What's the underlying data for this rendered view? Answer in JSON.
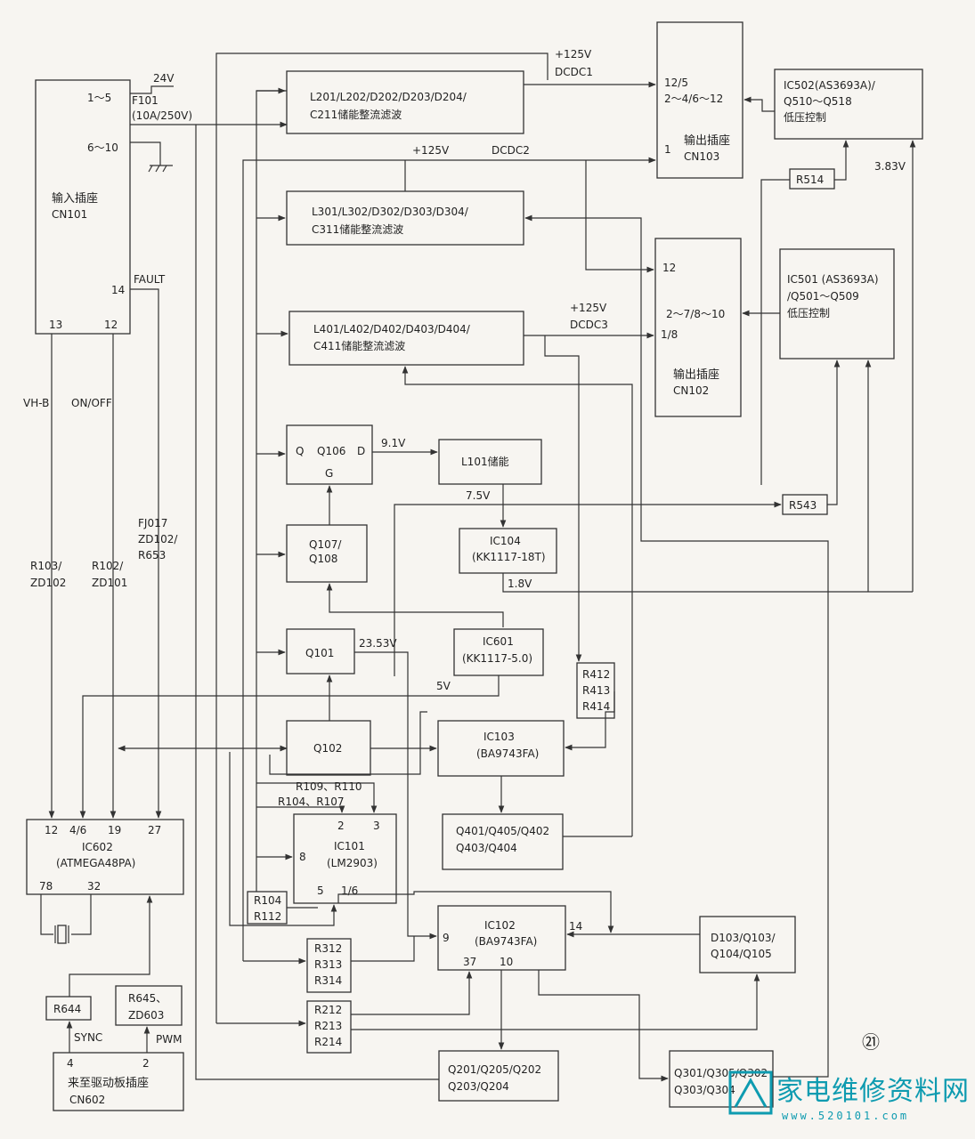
{
  "blocks": {
    "cn101": {
      "title": "输入插座",
      "sub": "CN101",
      "pin15": "1～5",
      "pin610": "6～10",
      "pin14": "14",
      "pin13": "13",
      "pin12": "12"
    },
    "f101": {
      "name": "F101",
      "rating": "(10A/250V)",
      "v24": "24V",
      "fault": "FAULT"
    },
    "l201": {
      "line1": "L201/L202/D202/D203/D204/",
      "line2": "C211储能整流滤波"
    },
    "l301": {
      "line1": "L301/L302/D302/D303/D304/",
      "line2": "C311储能整流滤波"
    },
    "l401": {
      "line1": "L401/L402/D402/D403/D404/",
      "line2": "C411储能整流滤波"
    },
    "cn103": {
      "pin125": "12/5",
      "pin24": "2～4/6～12",
      "pin1": "1",
      "title": "输出插座",
      "sub": "CN103"
    },
    "cn102": {
      "pin12": "12",
      "pin27": "2～7/8～10",
      "pin18": "1/8",
      "title": "输出插座",
      "sub": "CN102"
    },
    "ic502": {
      "line1": "IC502(AS3693A)/",
      "line2": "Q510～Q518",
      "line3": "低压控制"
    },
    "ic501": {
      "line1": "IC501 (AS3693A)",
      "line2": "/Q501～Q509",
      "line3": "低压控制"
    },
    "r514": "R514",
    "r543": "R543",
    "q106": {
      "q": "Q",
      "name": "Q106",
      "d": "D",
      "g": "G"
    },
    "l101": "L101储能",
    "ic104": {
      "line1": "IC104",
      "line2": "(KK1117-18T)"
    },
    "q107": {
      "line1": "Q107/",
      "line2": "Q108"
    },
    "ic601": {
      "line1": "IC601",
      "line2": "(KK1117-5.0)"
    },
    "q101": "Q101",
    "r412": {
      "a": "R412",
      "b": "R413",
      "c": "R414"
    },
    "q102": "Q102",
    "ic103": {
      "line1": "IC103",
      "line2": "(BA9743FA)"
    },
    "q401": {
      "line1": "Q401/Q405/Q402",
      "line2": "Q403/Q404"
    },
    "ic602": {
      "p12": "12",
      "p46": "4/6",
      "p19": "19",
      "p27": "27",
      "line1": "IC602",
      "line2": "(ATMEGA48PA)",
      "p78": "78",
      "p32": "32"
    },
    "ic101": {
      "p2": "2",
      "p3": "3",
      "p8": "8",
      "line1": "IC101",
      "line2": "(LM2903)",
      "p5": "5",
      "p16": "1/6"
    },
    "r104box": {
      "a": "R104",
      "b": "R112"
    },
    "r312": {
      "a": "R312",
      "b": "R313",
      "c": "R314"
    },
    "r212": {
      "a": "R212",
      "b": "R213",
      "c": "R214"
    },
    "ic102": {
      "line1": "IC102",
      "line2": "(BA9743FA)",
      "p9": "9",
      "p14": "14",
      "p37": "37",
      "p10": "10"
    },
    "d103": {
      "line1": "D103/Q103/",
      "line2": "Q104/Q105"
    },
    "q201": {
      "line1": "Q201/Q205/Q202",
      "line2": "Q203/Q204"
    },
    "q301": {
      "line1": "Q301/Q305/Q302",
      "line2": "Q303/Q304"
    },
    "r644": "R644",
    "r645": {
      "line1": "R645、",
      "line2": "ZD603"
    },
    "cn602": {
      "p4": "4",
      "p2": "2",
      "title": "来至驱动板插座",
      "sub": "CN602"
    }
  },
  "labels": {
    "v125a": "+125V",
    "dcdc1": "DCDC1",
    "v125b": "+125V",
    "dcdc2": "DCDC2",
    "v125c": "+125V",
    "dcdc3": "DCDC3",
    "v383": "3.83V",
    "v91": "9.1V",
    "v75": "7.5V",
    "v18": "1.8V",
    "v2353": "23.53V",
    "v5": "5V",
    "vhb": "VH-B",
    "onoff": "ON/OFF",
    "r103": "R103/",
    "zd102": "ZD102",
    "r102": "R102/",
    "zd101": "ZD101",
    "fj017": "FJ017",
    "zd102b": "ZD102/",
    "r653": "R653",
    "r109": "R109、R110",
    "r104": "R104、R107",
    "sync": "SYNC",
    "pwm": "PWM",
    "fig": "㉑"
  },
  "watermark": {
    "text": "家电维修资料网",
    "url": "www.520101.com"
  }
}
